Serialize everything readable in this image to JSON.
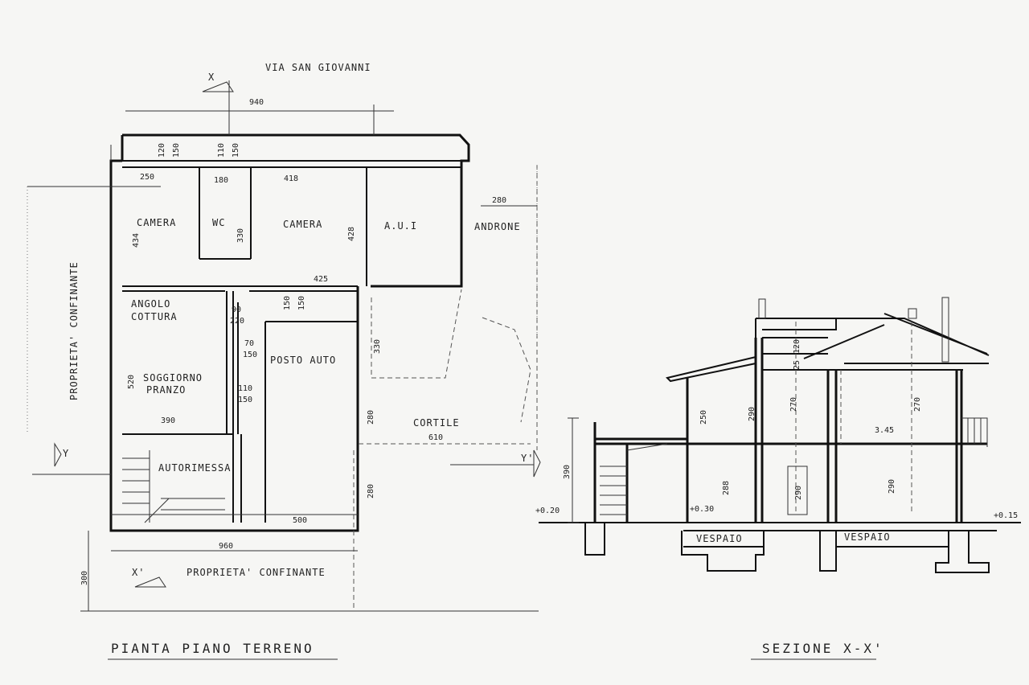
{
  "plan": {
    "street": "VIA SAN GIOVANNI",
    "title": "PIANTA PIANO TERRENO",
    "neighbor_left": "PROPRIETA' CONFINANTE",
    "neighbor_bottom": "PROPRIETA' CONFINANTE",
    "section_x": "X",
    "section_x_prime": "X'",
    "section_y": "Y",
    "section_y_prime": "Y'",
    "rooms": {
      "camera_1": "CAMERA",
      "wc": "WC",
      "camera_2": "CAMERA",
      "aui": "A.U.I",
      "androne": "ANDRONE",
      "angolo": "ANGOLO",
      "cottura": "COTTURA",
      "soggiorno": "SOGGIORNO",
      "pranzo": "PRANZO",
      "posto_auto": "POSTO AUTO",
      "cortile": "CORTILE",
      "autorimessa": "AUTORIMESSA"
    },
    "dims": {
      "d940": "940",
      "d120": "120",
      "d150a": "150",
      "d110a": "110",
      "d150b": "150",
      "d250": "250",
      "d180": "180",
      "d418": "418",
      "d280a": "280",
      "d434": "434",
      "d330a": "330",
      "d428": "428",
      "d425": "425",
      "d90": "90",
      "d220": "220",
      "d150c": "150",
      "d150d": "150",
      "d330b": "330",
      "d70": "70",
      "d150e": "150",
      "d520": "520",
      "d110b": "110",
      "d150f": "150",
      "d390": "390",
      "d280b": "280",
      "d610": "610",
      "d280c": "280",
      "d500": "500",
      "d960": "960",
      "d300": "300"
    }
  },
  "section": {
    "title": "SEZIONE X-X'",
    "vespaio_1": "VESPAIO",
    "vespaio_2": "VESPAIO",
    "dims": {
      "d120": "120",
      "d25": "25",
      "d250": "250",
      "d290a": "290",
      "d270a": "270",
      "d270b": "270",
      "d345": "3.45",
      "d390": "390",
      "d288": "288",
      "d290b": "290",
      "d290c": "290",
      "d020": "+0.20",
      "d030": "+0.30",
      "d015": "+0.15"
    }
  }
}
